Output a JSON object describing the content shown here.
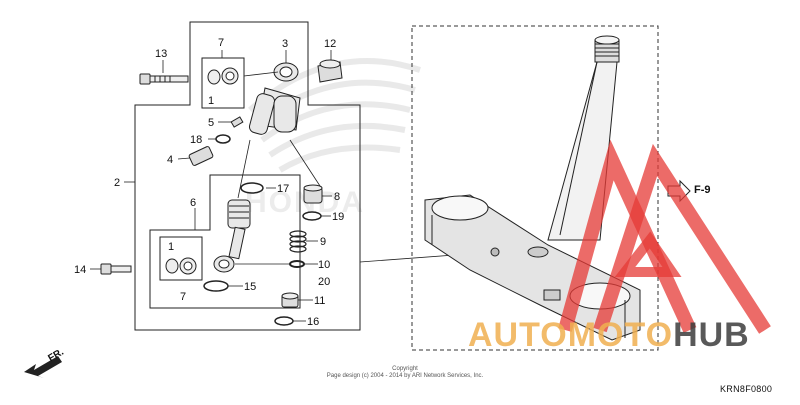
{
  "callouts": {
    "c1": "1",
    "c1b": "1",
    "c2": "2",
    "c3": "3",
    "c4": "4",
    "c5": "5",
    "c6": "6",
    "c7": "7",
    "c7b": "7",
    "c8": "8",
    "c9": "9",
    "c10": "10",
    "c11": "11",
    "c12": "12",
    "c13": "13",
    "c14": "14",
    "c15": "15",
    "c16": "16",
    "c17": "17",
    "c18": "18",
    "c19": "19",
    "c20": "20"
  },
  "reference": "F-9",
  "direction": "FR.",
  "copyright": {
    "line1": "Copyright",
    "line2": "Page design (c) 2004 - 2014 by ARI Network Services, Inc."
  },
  "diagram_code": "KRN8F0800",
  "watermark": {
    "brand_a": "AUTOMOTO",
    "brand_b": "HUB",
    "background_logo": "HONDA",
    "colors": {
      "triangle": "#e53935",
      "auto": "#f0af50",
      "hub": "#3c3c3c"
    }
  }
}
